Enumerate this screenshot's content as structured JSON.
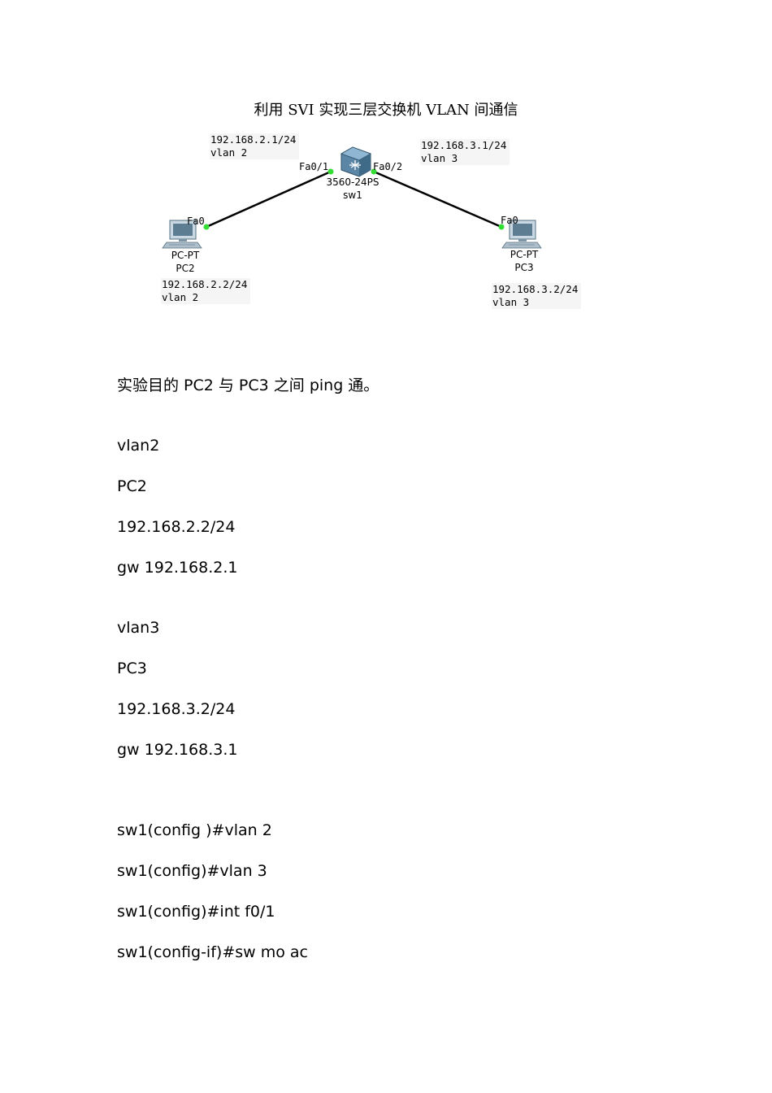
{
  "title": "利用 SVI 实现三层交换机 VLAN 间通信",
  "diagram": {
    "switch": {
      "model": "3560-24PS",
      "name": "sw1",
      "port_left": "Fa0/1",
      "port_right": "Fa0/2"
    },
    "pc_left": {
      "type": "PC-PT",
      "name": "PC2",
      "port": "Fa0"
    },
    "pc_right": {
      "type": "PC-PT",
      "name": "PC3",
      "port": "Fa0"
    },
    "notes": {
      "sw_left_ip": "192.168.2.1/24",
      "sw_left_vlan": "vlan 2",
      "sw_right_ip": "192.168.3.1/24",
      "sw_right_vlan": "vlan 3",
      "pc2_ip": "192.168.2.2/24",
      "pc2_vlan": "vlan 2",
      "pc3_ip": "192.168.3.2/24",
      "pc3_vlan": "vlan 3"
    },
    "link_color": "#000000",
    "port_dot_color": "#33dd33"
  },
  "body_lines": [
    "实验目的 PC2 与 PC3 之间 ping 通。",
    "vlan2",
    "PC2",
    "192.168.2.2/24",
    "gw 192.168.2.1",
    "vlan3",
    "PC3",
    "192.168.3.2/24",
    "gw 192.168.3.1",
    "sw1(config )#vlan 2",
    "sw1(config)#vlan 3",
    "sw1(config)#int f0/1",
    "sw1(config-if)#sw mo ac"
  ]
}
